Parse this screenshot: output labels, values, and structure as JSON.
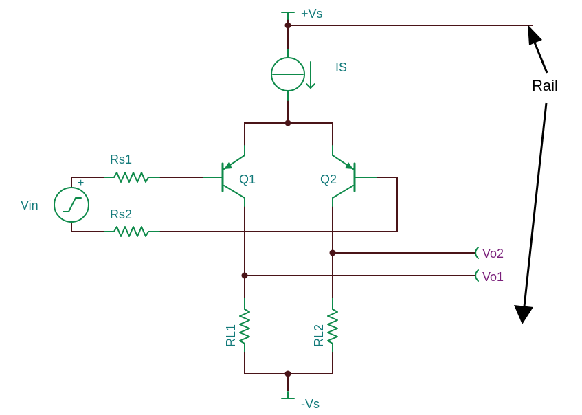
{
  "labels": {
    "vs_pos": "+Vs",
    "vs_neg": "-Vs",
    "is": "IS",
    "q1": "Q1",
    "q2": "Q2",
    "rs1": "Rs1",
    "rs2": "Rs2",
    "vin": "Vin",
    "vin_plus": "+",
    "rl1": "RL1",
    "rl2": "RL2",
    "vo1": "Vo1",
    "vo2": "Vo2",
    "rail": "Rail"
  },
  "colors": {
    "wire": "#4a1418",
    "component": "#0e8a4a",
    "label": "#137a7a",
    "output_label": "#7a1f7a",
    "annotation": "#000000"
  }
}
